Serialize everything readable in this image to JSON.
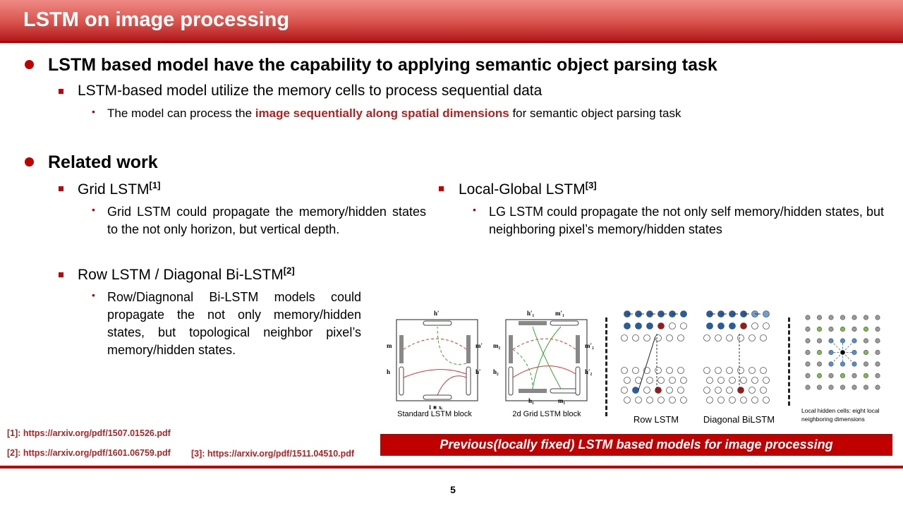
{
  "slide": {
    "title": "LSTM on image processing",
    "page_number": "5"
  },
  "section1": {
    "heading": "LSTM based model have the capability to applying semantic object parsing task",
    "sub": "LSTM-based model utilize the memory cells to process sequential data",
    "detail_prefix": "The model can process the ",
    "detail_highlight": "image sequentially along spatial dimensions",
    "detail_suffix": " for semantic object parsing task"
  },
  "section2": {
    "heading": "Related work",
    "grid": {
      "label": "Grid LSTM",
      "ref": "[1]",
      "text": " Grid LSTM could propagate the memory/hidden states to the not only horizon, but vertical depth."
    },
    "row": {
      "label": "Row LSTM / Diagonal Bi-LSTM",
      "ref": "[2]",
      "text": " Row/Diagnonal Bi-LSTM models could propagate the not only memory/hidden states, but topological neighbor pixel’s memory/hidden states."
    },
    "local_global": {
      "label": "Local-Global LSTM",
      "ref": "[3]",
      "text": " LG LSTM could propagate the not only self memory/hidden states, but neighboring pixel’s memory/hidden states"
    }
  },
  "figures": {
    "standard_caption": "Standard LSTM block",
    "grid_caption": "2d Grid LSTM block",
    "row_caption": "Row LSTM",
    "diag_caption": "Diagonal BiLSTM",
    "local_note": "Local hidden cells: eight local neighboring dimensions",
    "labels": {
      "h_prime": "h′",
      "m": "m",
      "m_prime": "m′",
      "h": "h",
      "ix": "I ∗ xᵢ",
      "h1p": "h′₁",
      "m1p": "m′₁",
      "m2": "m₂",
      "m2p": "m′₂",
      "h2": "h₂",
      "h2p": "h′₂",
      "h1": "h₁",
      "m1": "m₁"
    }
  },
  "caption": "Previous(locally fixed) LSTM based models for image processing",
  "references": {
    "r1": "[1]: https://arxiv.org/pdf/1507.01526.pdf",
    "r2": "[2]: https://arxiv.org/pdf/1601.06759.pdf",
    "r3": "[3]: https://arxiv.org/pdf/1511.04510.pdf"
  },
  "colors": {
    "accent": "#c00000",
    "highlight": "#b22222",
    "node_blue": "#1f5fa8",
    "node_red": "#a31515",
    "node_green": "#7ac143",
    "node_gray": "#9a9a9a"
  }
}
